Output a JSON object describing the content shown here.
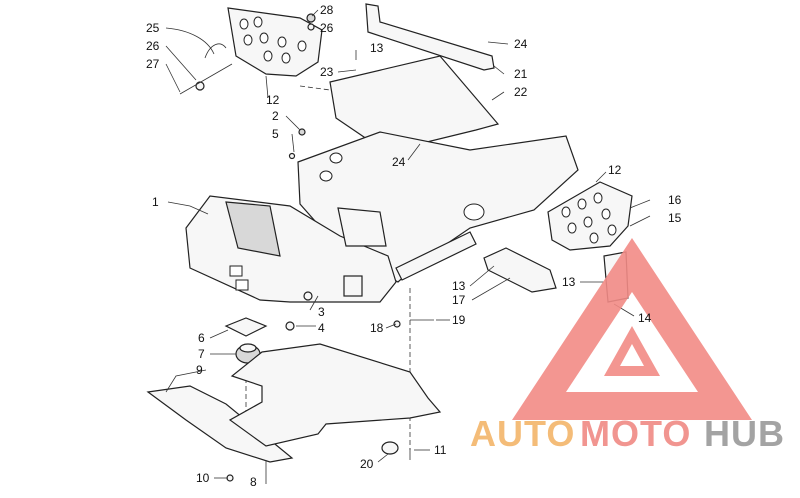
{
  "diagram": {
    "callouts": [
      {
        "id": "c1",
        "text": "1"
      },
      {
        "id": "c2",
        "text": "2"
      },
      {
        "id": "c3",
        "text": "3"
      },
      {
        "id": "c4",
        "text": "4"
      },
      {
        "id": "c5",
        "text": "5"
      },
      {
        "id": "c6",
        "text": "6"
      },
      {
        "id": "c7",
        "text": "7"
      },
      {
        "id": "c8",
        "text": "8"
      },
      {
        "id": "c9",
        "text": "9"
      },
      {
        "id": "c10",
        "text": "10"
      },
      {
        "id": "c11",
        "text": "11"
      },
      {
        "id": "c12a",
        "text": "12"
      },
      {
        "id": "c12b",
        "text": "12"
      },
      {
        "id": "c13a",
        "text": "13"
      },
      {
        "id": "c13b",
        "text": "13"
      },
      {
        "id": "c13c",
        "text": "13"
      },
      {
        "id": "c14",
        "text": "14"
      },
      {
        "id": "c15",
        "text": "15"
      },
      {
        "id": "c16",
        "text": "16"
      },
      {
        "id": "c17",
        "text": "17"
      },
      {
        "id": "c18",
        "text": "18"
      },
      {
        "id": "c19",
        "text": "19"
      },
      {
        "id": "c20",
        "text": "20"
      },
      {
        "id": "c21",
        "text": "21"
      },
      {
        "id": "c22",
        "text": "22"
      },
      {
        "id": "c23",
        "text": "23"
      },
      {
        "id": "c24a",
        "text": "24"
      },
      {
        "id": "c24b",
        "text": "24"
      },
      {
        "id": "c25",
        "text": "25"
      },
      {
        "id": "c26a",
        "text": "26"
      },
      {
        "id": "c26b",
        "text": "26"
      },
      {
        "id": "c27",
        "text": "27"
      },
      {
        "id": "c28",
        "text": "28"
      }
    ]
  },
  "watermark": {
    "part1": "AUTO",
    "part2": "MOTO",
    "part3": "HUB",
    "colors": {
      "part1": "#f3b56a",
      "part2": "#f08a84",
      "part3": "#9a9a9a",
      "triangle": "#f28b86"
    }
  }
}
